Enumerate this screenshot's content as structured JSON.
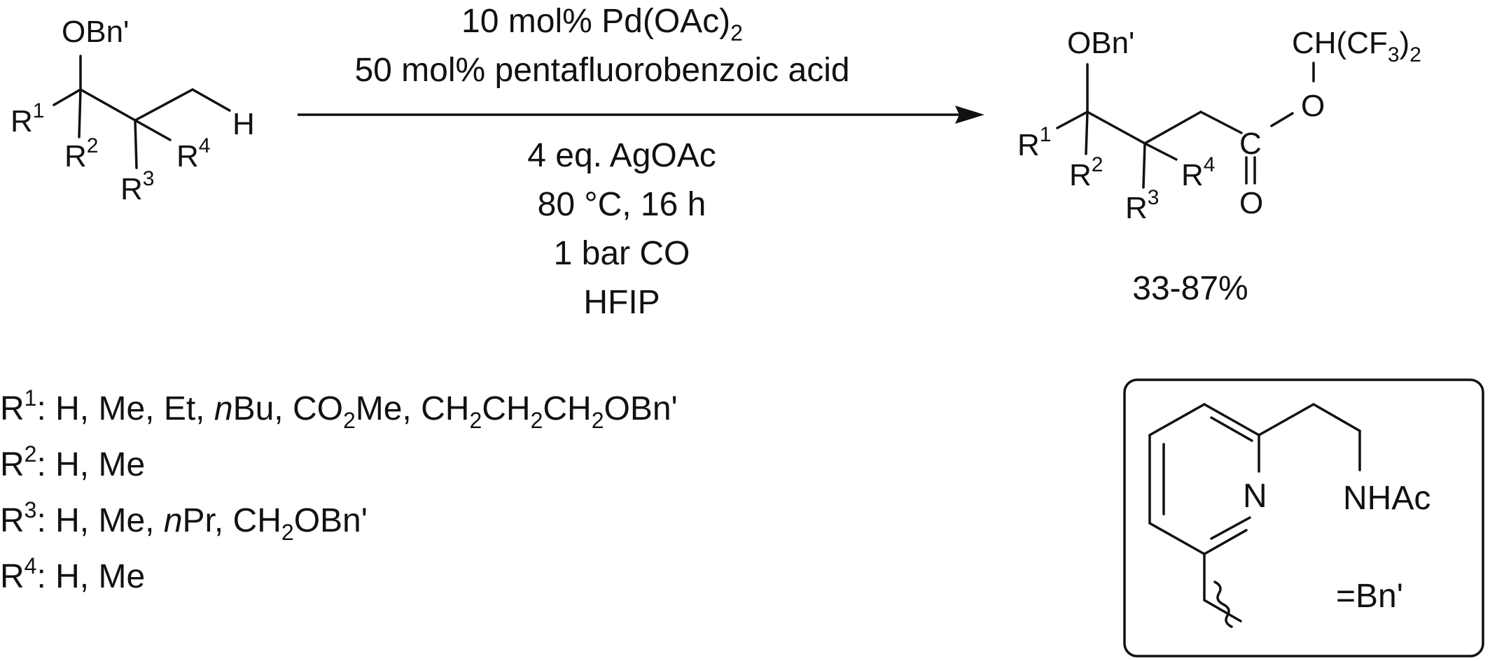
{
  "reactant": {
    "obn": "OBn'",
    "r1": "R",
    "r1_sup": "1",
    "r2": "R",
    "r2_sup": "2",
    "r3": "R",
    "r3_sup": "3",
    "r4": "R",
    "r4_sup": "4",
    "h": "H"
  },
  "conditions": {
    "line1": {
      "a": "10 mol% Pd(OAc)",
      "sub": "2"
    },
    "line2": "50 mol% pentafluorobenzoic acid",
    "line3": "4 eq. AgOAc",
    "line4": "80 °C, 16 h",
    "line5": "1 bar CO",
    "line6": "HFIP"
  },
  "product": {
    "obn": "OBn'",
    "r1": "R",
    "r1_sup": "1",
    "r2": "R",
    "r2_sup": "2",
    "r3": "R",
    "r3_sup": "3",
    "r4": "R",
    "r4_sup": "4",
    "c": "C",
    "o_ester": "O",
    "o_carbonyl": "O",
    "ester_group": {
      "a": "CH(CF",
      "sub": "3",
      "b": ")",
      "sub2": "2"
    },
    "yield": "33-87%"
  },
  "substituents": {
    "r1": {
      "label": "R",
      "sup": "1",
      "t1": ": H, Me, Et, ",
      "ital": "n",
      "t2": "Bu, CO",
      "s1": "2",
      "t3": "Me, CH",
      "s2": "2",
      "t4": "CH",
      "s3": "2",
      "t5": "CH",
      "s4": "2",
      "t6": "OBn'"
    },
    "r2": {
      "label": "R",
      "sup": "2",
      "text": ": H, Me"
    },
    "r3": {
      "label": "R",
      "sup": "3",
      "t1": ": H, Me, ",
      "ital": "n",
      "t2": "Pr, CH",
      "s1": "2",
      "t3": "OBn'"
    },
    "r4": {
      "label": "R",
      "sup": "4",
      "text": ": H, Me"
    }
  },
  "legend": {
    "n": "N",
    "nhac": "NHAc",
    "bn_def": "=Bn'"
  }
}
